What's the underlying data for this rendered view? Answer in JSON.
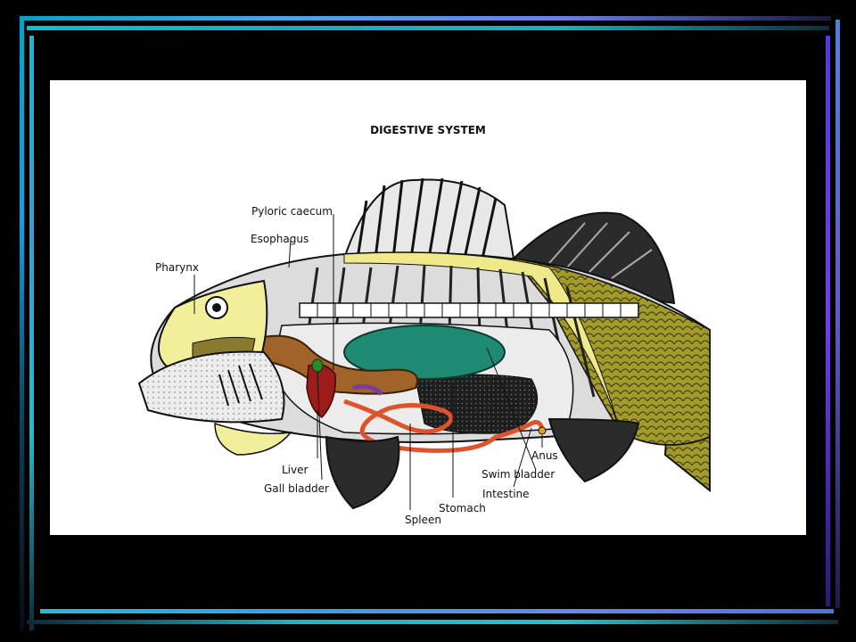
{
  "diagram": {
    "title": "DIGESTIVE SYSTEM",
    "labels": {
      "pyloric_caecum": "Pyloric caecum",
      "esophagus": "Esophagus",
      "pharynx": "Pharynx",
      "liver": "Liver",
      "gall_bladder": "Gall bladder",
      "spleen": "Spleen",
      "stomach": "Stomach",
      "intestine": "Intestine",
      "swim_bladder": "Swim bladder",
      "anus": "Anus"
    }
  },
  "colors": {
    "background": "#000000",
    "panel": "#ffffff",
    "head": "#f2ef9a",
    "scales": "#a29a2a",
    "swim_bladder": "#1f8a72",
    "stomach": "#a0642a",
    "intestine": "#e0522a",
    "liver": "#9c1b1b",
    "fins": "#2b2b2b"
  }
}
